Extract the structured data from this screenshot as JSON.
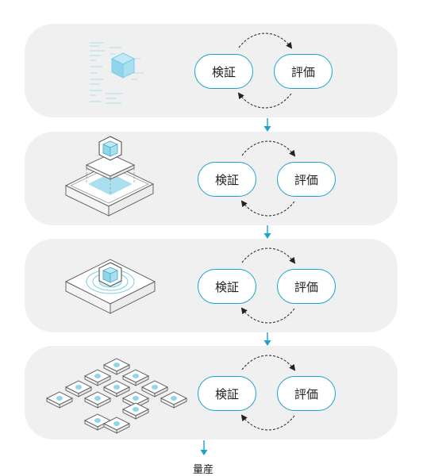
{
  "stages": [
    {
      "verify_label": "検証",
      "evaluate_label": "評価",
      "illustration": "cad-wireframe-cube"
    },
    {
      "verify_label": "検証",
      "evaluate_label": "評価",
      "illustration": "cube-on-platform"
    },
    {
      "verify_label": "検証",
      "evaluate_label": "評価",
      "illustration": "cube-on-device-rings"
    },
    {
      "verify_label": "検証",
      "evaluate_label": "評価",
      "illustration": "device-array"
    }
  ],
  "final_label": "量産",
  "colors": {
    "accent": "#1aa3c9",
    "card_bg": "#f0f0f0",
    "cube_fill": "#8fd6ea",
    "line": "#555555"
  }
}
